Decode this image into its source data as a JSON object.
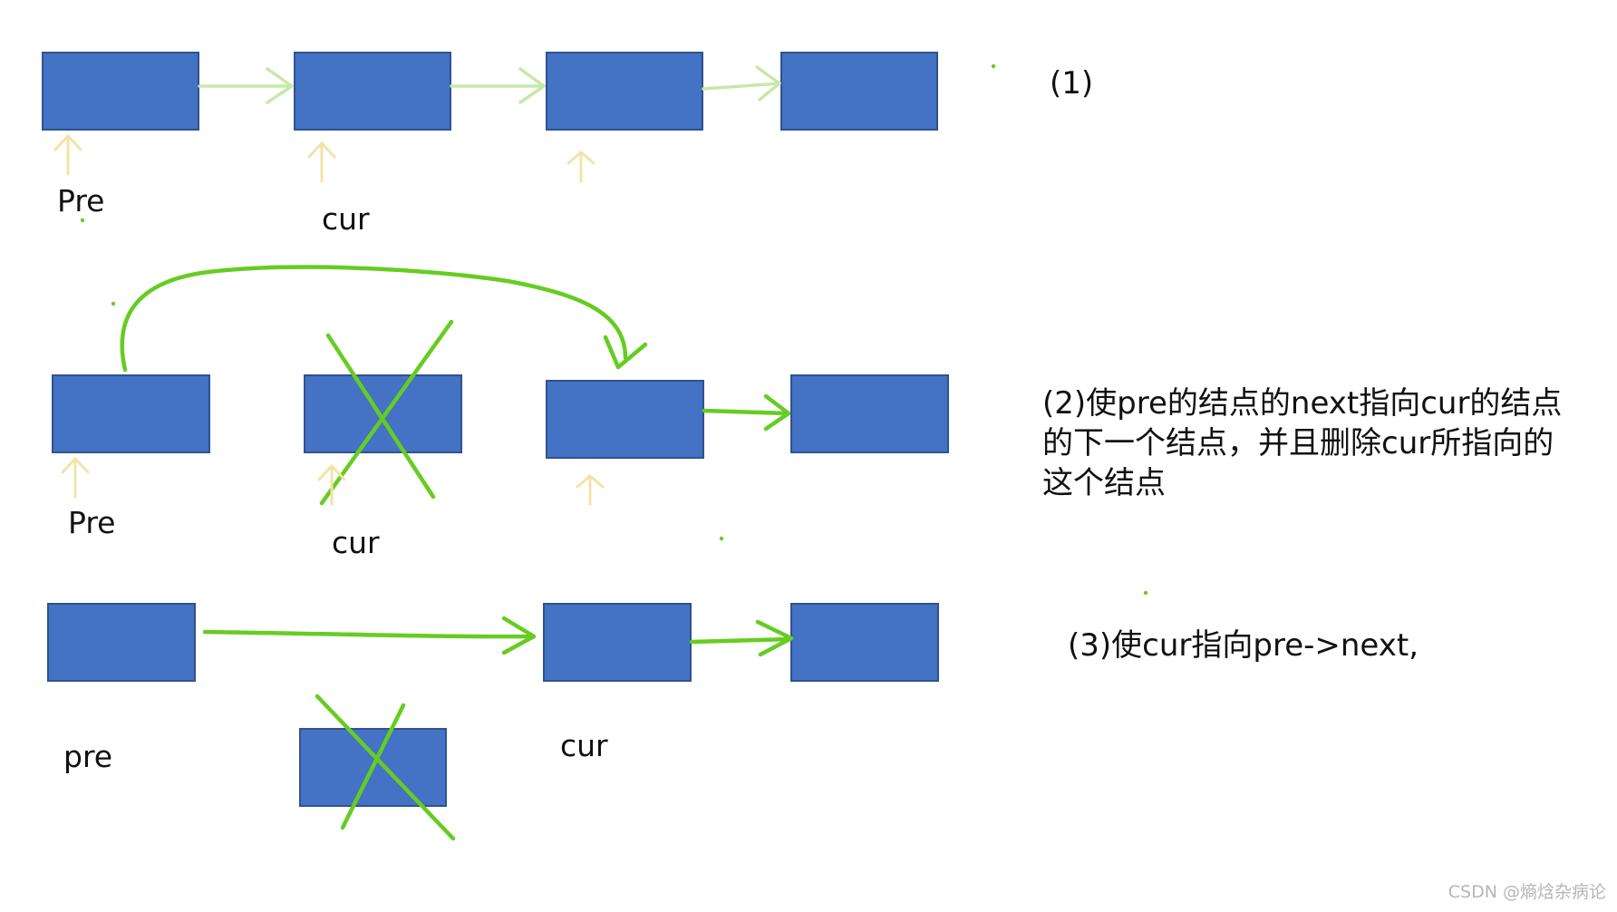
{
  "colors": {
    "node_fill": "#4472C4",
    "node_stroke": "#2F528F",
    "pointer_green": "#66CC22",
    "faint_green": "#C7E8A8",
    "faint_yellow": "#F3E3A6"
  },
  "step1": {
    "caption": "(1)",
    "labels": {
      "pre": "Pre",
      "cur": "cur"
    }
  },
  "step2": {
    "caption": "(2)使pre的结点的next指向cur的结点的下一个结点，并且删除cur所指向的这个结点",
    "labels": {
      "pre": "Pre",
      "cur": "cur"
    }
  },
  "step3": {
    "caption": "(3)使cur指向pre->next,",
    "labels": {
      "pre": "pre",
      "cur": "cur"
    }
  },
  "watermark": "CSDN @熵焓杂病论"
}
